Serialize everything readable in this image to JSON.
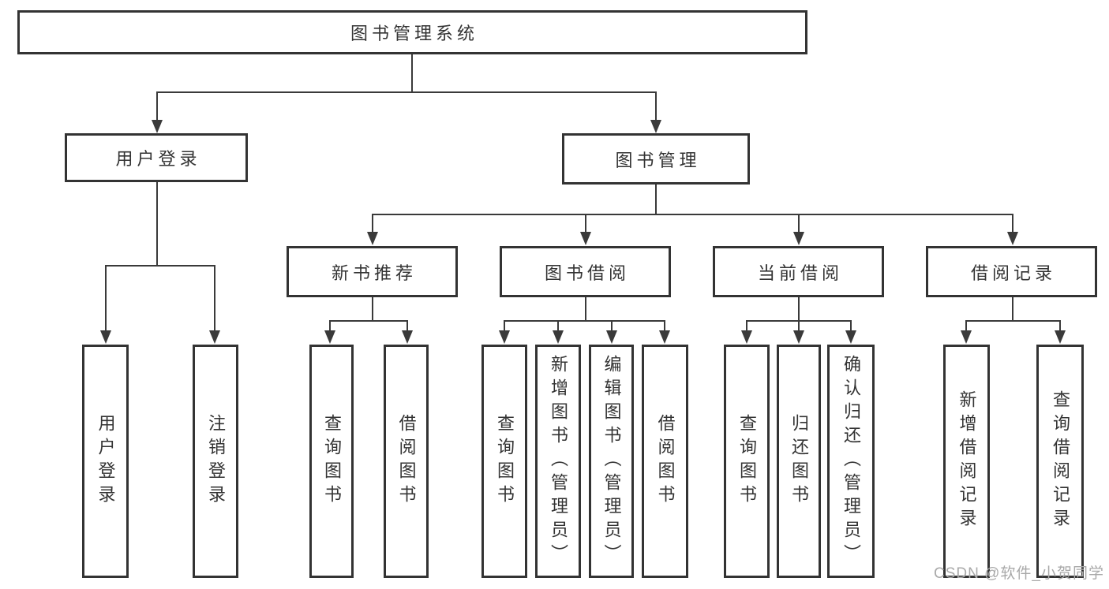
{
  "tree": {
    "root": {
      "label": "图书管理系统"
    },
    "user_login": {
      "label": "用户登录",
      "children": {
        "login": {
          "label": "用户登录"
        },
        "logout": {
          "label": "注销登录"
        }
      }
    },
    "book_mgmt": {
      "label": "图书管理"
    },
    "new_book": {
      "label": "新书推荐",
      "children": {
        "c1": {
          "label": "查询图书"
        },
        "c2": {
          "label": "借阅图书"
        }
      }
    },
    "book_borrow": {
      "label": "图书借阅",
      "children": {
        "c1": {
          "label": "查询图书"
        },
        "c2": {
          "label": "新增图书（管理员）"
        },
        "c3": {
          "label": "编辑图书（管理员）"
        },
        "c4": {
          "label": "借阅图书"
        }
      }
    },
    "current_borrow": {
      "label": "当前借阅",
      "children": {
        "c1": {
          "label": "查询图书"
        },
        "c2": {
          "label": "归还图书"
        },
        "c3": {
          "label": "确认归还（管理员）"
        }
      }
    },
    "borrow_record": {
      "label": "借阅记录",
      "children": {
        "c1": {
          "label": "新增借阅记录"
        },
        "c2": {
          "label": "查询借阅记录"
        }
      }
    }
  },
  "watermark": {
    "text": "CSDN @软件_小贺同学"
  },
  "colors": {
    "line": "#3a3a3a",
    "box_border": "#333333",
    "text": "#333333",
    "watermark": "#a9a9a9",
    "background": "#ffffff"
  }
}
